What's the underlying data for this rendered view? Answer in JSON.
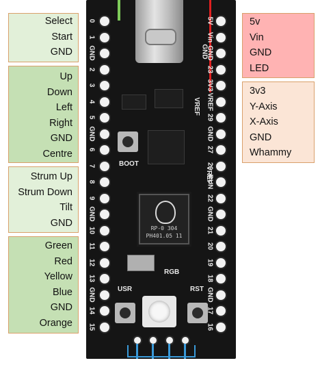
{
  "colors": {
    "left_top": "#e2f0d9",
    "left_mid": "#c5e0b4",
    "red_box": "#ffb3b3",
    "peach_box": "#fbe5d6",
    "border": "#d9a06a",
    "wire_green": "#7ecb5a",
    "wire_red": "#e02020",
    "wire_blue": "#3a9ad9"
  },
  "left_groups": [
    {
      "id": "system",
      "labels": [
        "Select",
        "Start",
        "GND"
      ]
    },
    {
      "id": "dpad",
      "labels": [
        "Up",
        "Down",
        "Left",
        "Right",
        "GND",
        "Centre"
      ]
    },
    {
      "id": "strum",
      "labels": [
        "Strum Up",
        "Strum Down",
        "Tilt",
        "GND"
      ]
    },
    {
      "id": "frets",
      "labels": [
        "Green",
        "Red",
        "Yellow",
        "Blue",
        "GND",
        "Orange"
      ]
    }
  ],
  "right_groups": [
    {
      "id": "power",
      "labels": [
        "5v",
        "Vin",
        "GND",
        "LED"
      ]
    },
    {
      "id": "analog",
      "labels": [
        "3v3",
        "Y-Axis",
        "X-Axis",
        "GND",
        "Whammy"
      ]
    }
  ],
  "board": {
    "left_pins": [
      "0",
      "1",
      "GND",
      "2",
      "3",
      "4",
      "5",
      "GND",
      "6",
      "7",
      "8",
      "9",
      "GND",
      "10",
      "11",
      "12",
      "13",
      "GND",
      "14",
      "15"
    ],
    "right_pins": [
      "5V",
      "Vin",
      "GND",
      "23",
      "3V3",
      "VREF",
      "29",
      "GND",
      "27",
      "26",
      "RUN",
      "22",
      "GND",
      "21",
      "20",
      "19",
      "18",
      "GND",
      "17",
      "16"
    ],
    "silkscreen": {
      "boot": "BOOT",
      "usr": "USR",
      "rst": "RST",
      "rgb": "RGB",
      "vref_left": "VREF",
      "vref_right": "VREF",
      "gnd_top": "GND",
      "chip_line1": "RP-0 304",
      "chip_line2": "PH401.05 11"
    }
  }
}
